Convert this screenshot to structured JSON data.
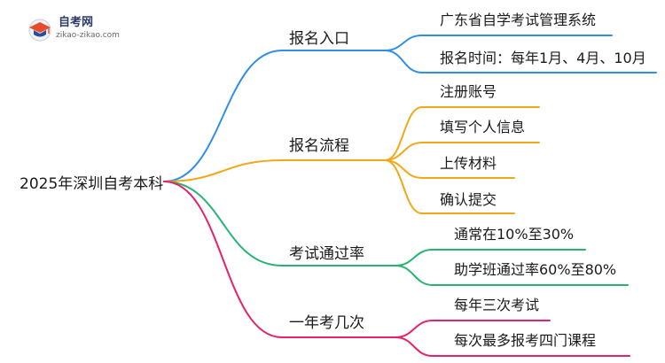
{
  "logo": {
    "title": "自考网",
    "url": "zikao-zikao.com"
  },
  "mindmap": {
    "root": "2025年深圳自考本科",
    "branches": [
      {
        "label": "报名入口",
        "color": "#2f8fe6",
        "children": [
          "广东省自学考试管理系统",
          "报名时间：每年1月、4月、10月"
        ]
      },
      {
        "label": "报名流程",
        "color": "#efa91a",
        "children": [
          "注册账号",
          "填写个人信息",
          "上传材料",
          "确认提交"
        ]
      },
      {
        "label": "考试通过率",
        "color": "#27b472",
        "children": [
          "通常在10%至30%",
          "助学班通过率60%至80%"
        ]
      },
      {
        "label": "一年考几次",
        "color": "#e5226b",
        "children": [
          "每年三次考试",
          "每次最多报考四门课程"
        ]
      }
    ]
  }
}
